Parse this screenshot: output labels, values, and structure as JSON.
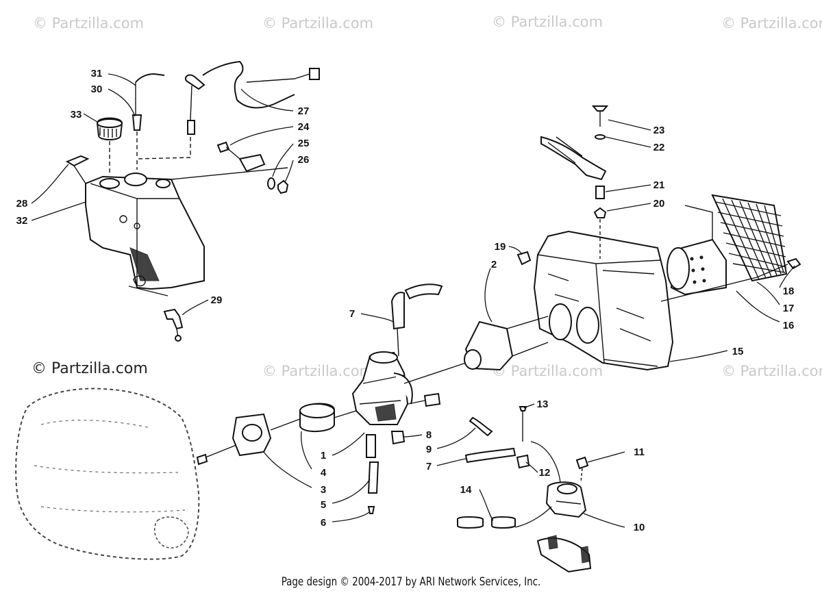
{
  "watermarks": {
    "top": [
      "© Partzilla.com",
      "© Partzilla.com",
      "© Partzilla.com",
      "© Partzilla.com"
    ],
    "middle": [
      "© Partzilla.com",
      "© Partzilla.com",
      "© Partzilla.com"
    ],
    "dark": "© Partzilla.com"
  },
  "callouts": {
    "c1": "1",
    "c2": "2",
    "c3": "3",
    "c4": "4",
    "c5": "5",
    "c6": "6",
    "c7a": "7",
    "c7b": "7",
    "c8": "8",
    "c9": "9",
    "c10": "10",
    "c11": "11",
    "c12": "12",
    "c13": "13",
    "c14": "14",
    "c15": "15",
    "c16": "16",
    "c17": "17",
    "c18": "18",
    "c19": "19",
    "c20": "20",
    "c21": "21",
    "c22": "22",
    "c23": "23",
    "c24": "24",
    "c25": "25",
    "c26": "26",
    "c27": "27",
    "c28": "28",
    "c29": "29",
    "c30": "30",
    "c31": "31",
    "c32": "32",
    "c33": "33"
  },
  "footer": "Page design © 2004-2017 by ARI Network Services, Inc."
}
